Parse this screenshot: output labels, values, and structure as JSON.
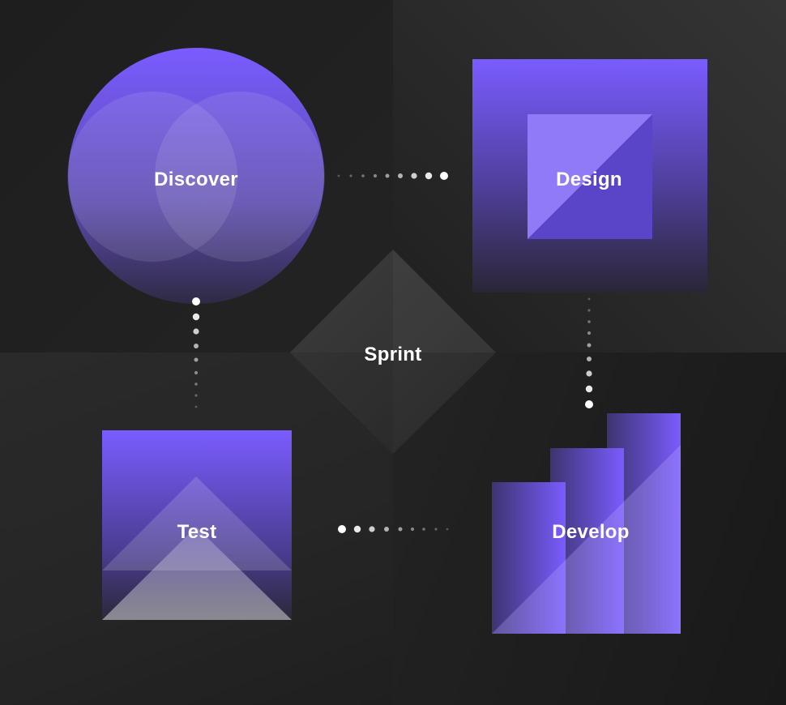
{
  "diagram": {
    "center": {
      "label": "Sprint",
      "shape": "diamond-icon"
    },
    "nodes": [
      {
        "id": "discover",
        "label": "Discover",
        "shape": "venn-circle-icon"
      },
      {
        "id": "design",
        "label": "Design",
        "shape": "nested-square-icon"
      },
      {
        "id": "develop",
        "label": "Develop",
        "shape": "stacked-bars-icon"
      },
      {
        "id": "test",
        "label": "Test",
        "shape": "pyramid-icon"
      }
    ],
    "flow": [
      "Discover",
      "Design",
      "Develop",
      "Test"
    ],
    "colors": {
      "accent": "#7a5cff",
      "accent_light": "#9a84ff",
      "accent_dark": "#3a3358",
      "background": "#1e1e1e",
      "connector": "#ffffff",
      "label": "#ffffff"
    }
  }
}
